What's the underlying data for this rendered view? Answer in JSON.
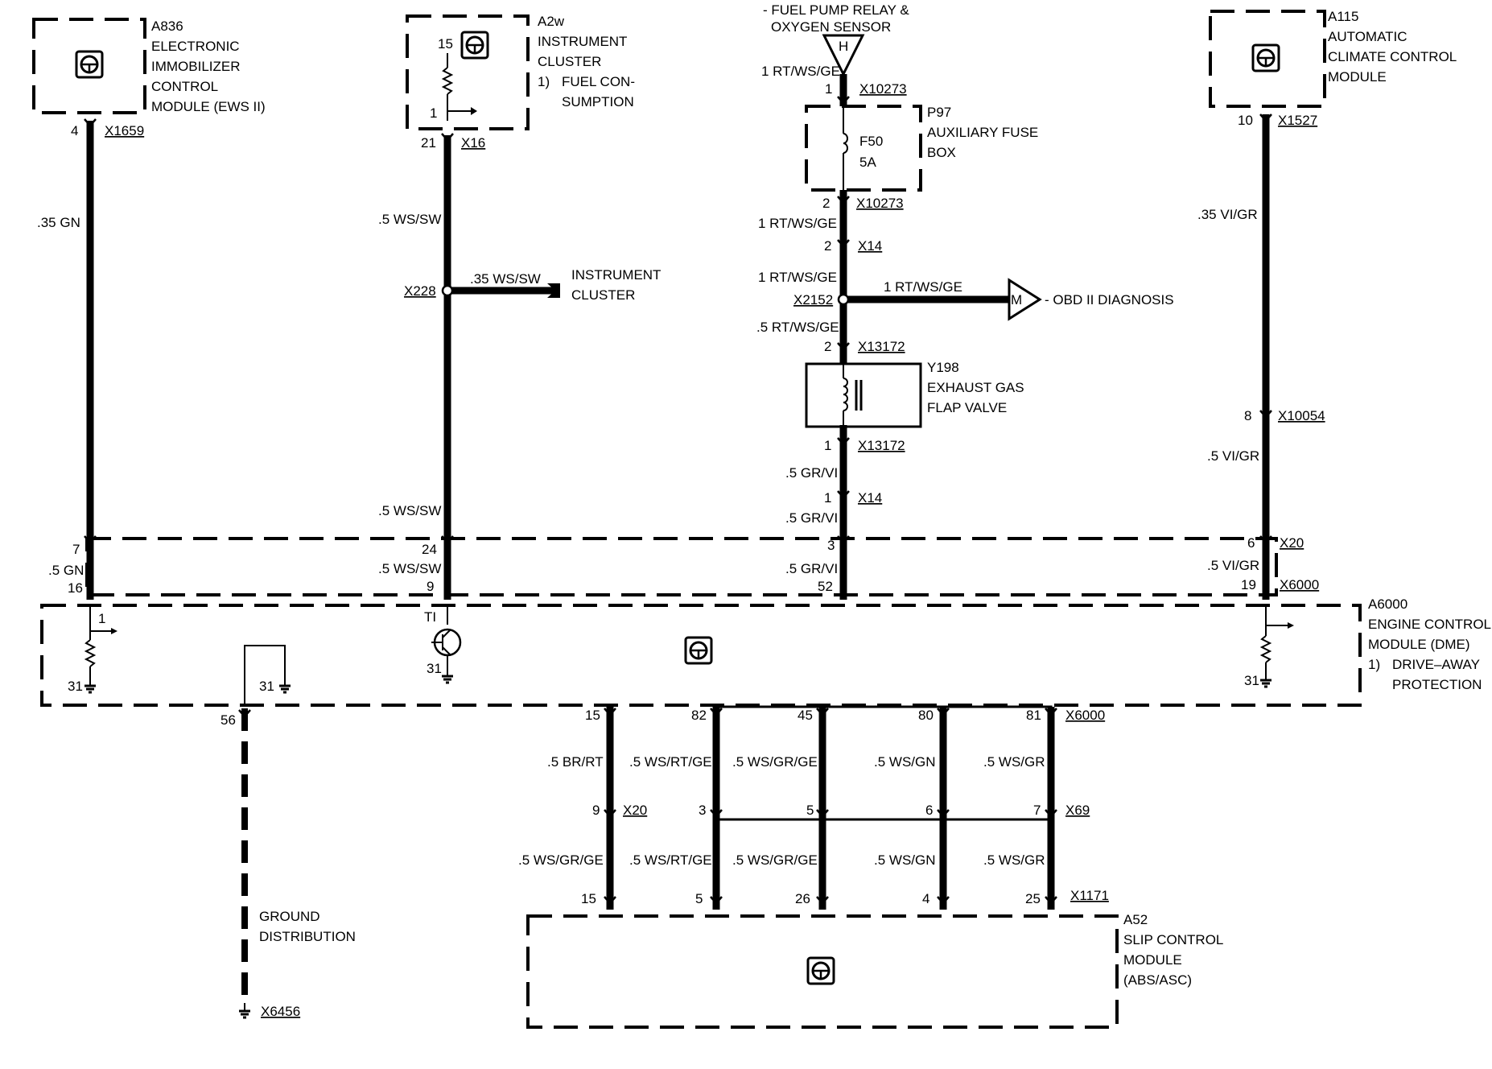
{
  "components": {
    "a836": {
      "id": "A836",
      "lines": [
        "ELECTRONIC",
        "IMMOBILIZER",
        "CONTROL",
        "MODULE (EWS II)"
      ]
    },
    "a2w": {
      "id": "A2w",
      "lines": [
        "INSTRUMENT",
        "CLUSTER"
      ],
      "note_num": "1)",
      "note_lines": [
        "FUEL CON-",
        "SUMPTION"
      ],
      "pin_top": "15",
      "pin_bottom": "1"
    },
    "fuel_relay": {
      "lines": [
        "- FUEL PUMP RELAY &",
        "OXYGEN SENSOR"
      ],
      "conn": "H"
    },
    "a115": {
      "id": "A115",
      "lines": [
        "AUTOMATIC",
        "CLIMATE CONTROL",
        "MODULE"
      ]
    },
    "p97": {
      "id": "P97",
      "lines": [
        "AUXILIARY FUSE",
        "BOX"
      ],
      "fuse": "F50",
      "rating": "5A"
    },
    "instrument_cluster_branch": {
      "lines": [
        "INSTRUMENT",
        "CLUSTER"
      ],
      "wire": ".35 WS/SW",
      "node": "X228"
    },
    "obd": {
      "label": "- OBD II DIAGNOSIS",
      "wire": "1 RT/WS/GE",
      "node": "X2152",
      "conn": "M"
    },
    "y198": {
      "id": "Y198",
      "lines": [
        "EXHAUST GAS",
        "FLAP VALVE"
      ]
    },
    "a6000": {
      "id": "A6000",
      "lines": [
        "ENGINE CONTROL",
        "MODULE (DME)"
      ],
      "note_num": "1)",
      "note_lines": [
        "DRIVE–AWAY",
        "PROTECTION"
      ]
    },
    "a52": {
      "id": "A52",
      "lines": [
        "SLIP CONTROL",
        "MODULE",
        "(ABS/ASC)"
      ]
    },
    "ground": {
      "lines": [
        "GROUND",
        "DISTRIBUTION"
      ],
      "conn": "X6456"
    }
  },
  "terms": {
    "p1": "1",
    "p2": "2",
    "p3": "3",
    "p4": "4",
    "p5": "5",
    "p6": "6",
    "p7": "7",
    "p8": "8",
    "p9": "9",
    "p10": "10",
    "p15": "15",
    "p16": "16",
    "p19": "19",
    "p21": "21",
    "p24": "24",
    "p25": "25",
    "p26": "26",
    "p31": "31",
    "p45": "45",
    "p52": "52",
    "p56": "56",
    "p80": "80",
    "p81": "81",
    "p82": "82",
    "ti": "TI",
    "x1659": "X1659",
    "x16": "X16",
    "x10273": "X10273",
    "x14": "X14",
    "x13172": "X13172",
    "x1527": "X1527",
    "x10054": "X10054",
    "x20": "X20",
    "x6000": "X6000",
    "x69": "X69",
    "x1171": "X1171",
    "w35gn": ".35 GN",
    "w5gn": ".5 GN",
    "w5wssw": ".5 WS/SW",
    "w1rtwsge": "1 RT/WS/GE",
    "w5rtwsge": ".5 RT/WS/GE",
    "w5grvi": ".5 GR/VI",
    "w35vigr": ".35 VI/GR",
    "w5vigr": ".5 VI/GR",
    "w5brrt": ".5 BR/RT",
    "w5wsrtge": ".5 WS/RT/GE",
    "w5wsgrge": ".5 WS/GR/GE",
    "w5wsgn": ".5 WS/GN",
    "w5wsgr": ".5 WS/GR"
  }
}
